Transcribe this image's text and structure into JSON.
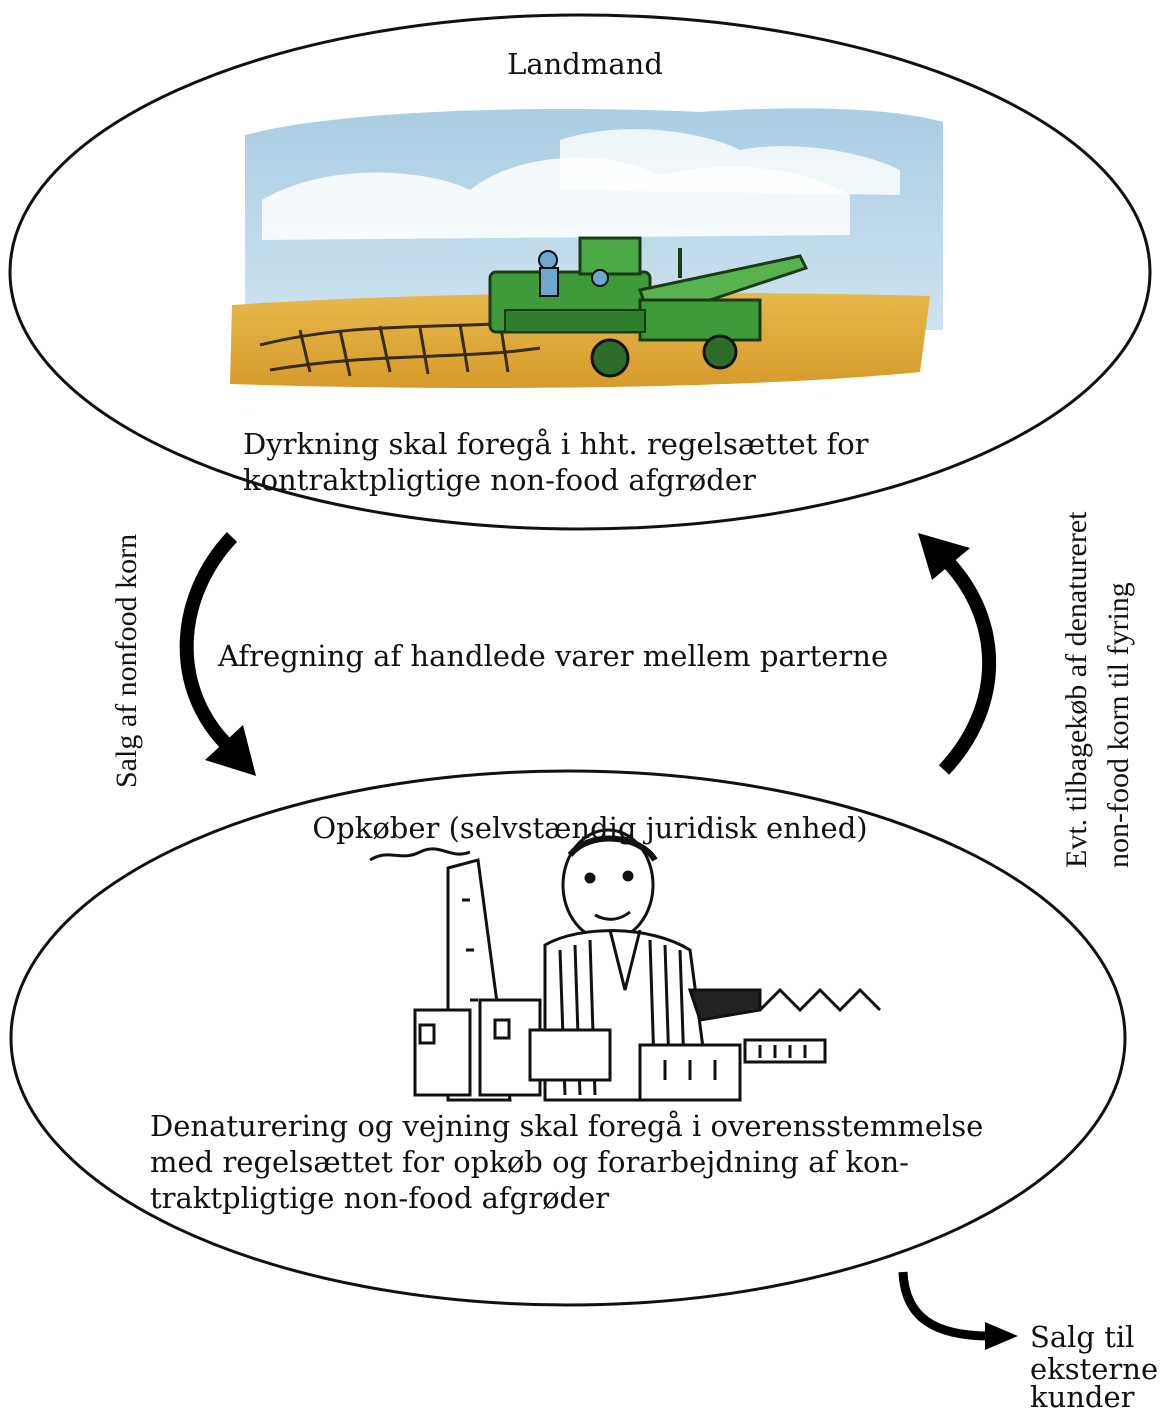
{
  "farmer": {
    "title": "Landmand",
    "description_lines": [
      "Dyrkning skal foregå i hht. regelsættet for",
      "kontraktpligtige non-food afgrøder"
    ],
    "illustration": "combine-harvester-in-field"
  },
  "buyer": {
    "title": "Opkøber (selvstændig juridisk enhed)",
    "description_lines": [
      "Denaturering og vejning skal foregå i overensstemmelse",
      "med regelsættet for opkøb og forarbejdning af kon-",
      "traktpligtige non-food afgrøder"
    ],
    "illustration": "businessman-with-factory"
  },
  "flows": {
    "sale_label": "Salg af nonfood korn",
    "settlement_label": "Afregning af handlede varer mellem parterne",
    "buyback_lines": [
      "Evt. tilbagekøb af denatureret",
      "non-food korn til fyring"
    ],
    "external_lines": [
      "Salg til",
      "eksterne",
      "kunder"
    ]
  }
}
